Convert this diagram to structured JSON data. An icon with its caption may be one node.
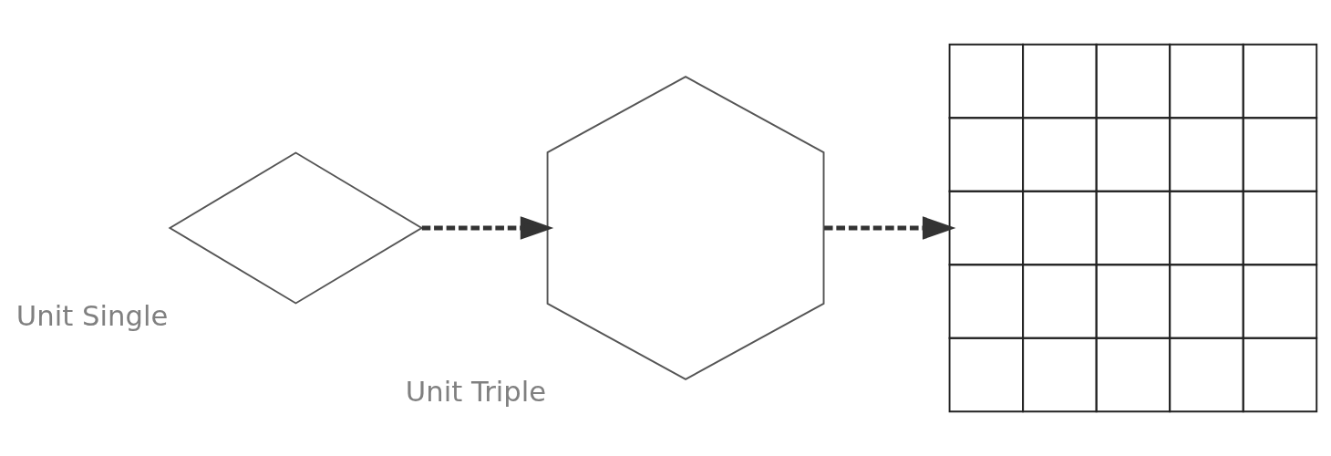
{
  "diagram": {
    "nodes": [
      {
        "text": [],
        "shape": "diamond",
        "beside": [
          "Unit Single"
        ]
      },
      {
        "text": [],
        "shape": "cube",
        "beside": [
          "Unit Triple"
        ]
      },
      {
        "text": [],
        "shape": "picture"
      }
    ],
    "edges": [
      {
        "from": 0,
        "to": 1,
        "arrow": "to",
        "style": "dashed"
      },
      {
        "from": 1,
        "to": 2,
        "arrow": "to",
        "style": "dashed"
      }
    ]
  }
}
